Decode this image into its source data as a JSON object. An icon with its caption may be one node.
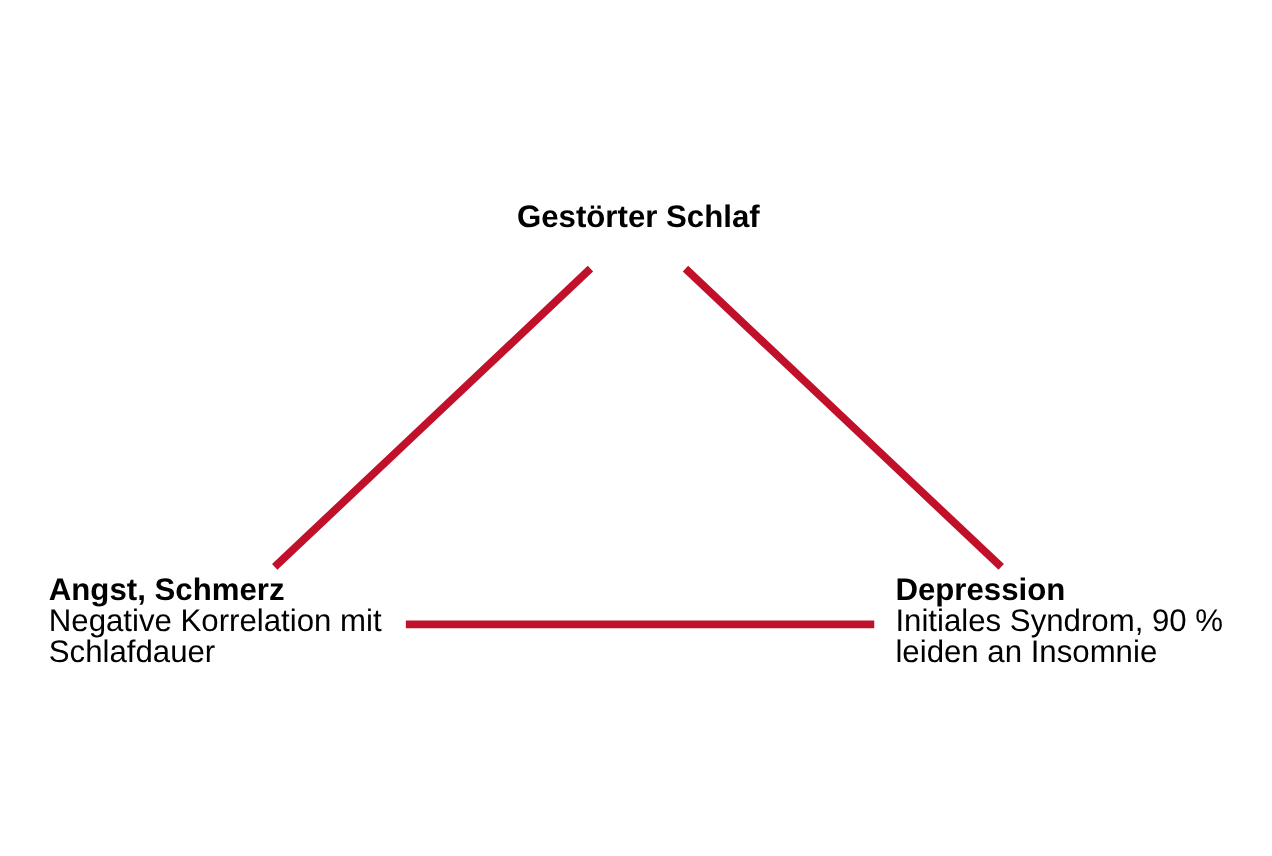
{
  "diagram": {
    "nodes": [
      {
        "text": [
          "Gestörter Schlaf"
        ]
      },
      {
        "text": [
          "Angst, Schmerz",
          "Negative Korrelation mit Schlafdauer"
        ]
      },
      {
        "text": [
          "Depression",
          "Initiales Syndrom, 90 % leiden an Insomnie"
        ]
      }
    ],
    "edges": [
      {
        "from": 0,
        "to": 1,
        "arrow": "none"
      },
      {
        "from": 1,
        "to": 2,
        "arrow": "none"
      },
      {
        "from": 2,
        "to": 0,
        "arrow": "none"
      }
    ]
  }
}
